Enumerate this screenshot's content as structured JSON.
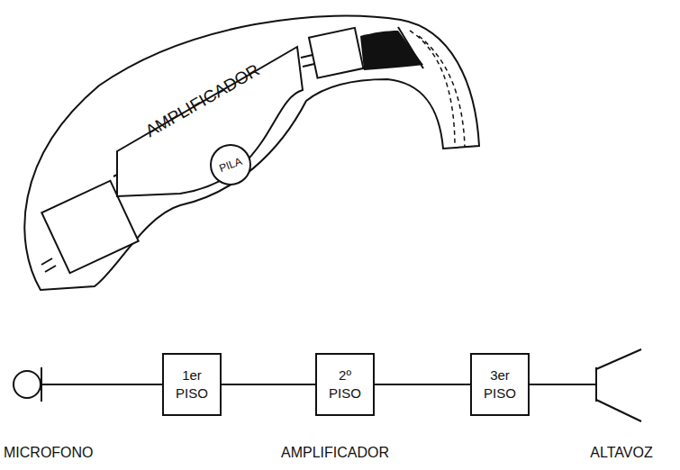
{
  "diagram": {
    "nodes": [
      {
        "text": [
          "AMPLIFICADOR"
        ]
      },
      {
        "text": [
          "PILA"
        ],
        "in": 0
      },
      {
        "text": [
          "1er PISO"
        ]
      },
      {
        "text": [
          "2º PISO"
        ]
      },
      {
        "text": [
          "3er PISO"
        ]
      }
    ],
    "edges": [
      {
        "from": 2,
        "to": 3,
        "arrow": "none"
      },
      {
        "from": 3,
        "to": 4,
        "arrow": "none"
      }
    ],
    "labels": [
      "MICROFONO",
      "AMPLIFICADOR",
      "ALTAVOZ"
    ]
  }
}
